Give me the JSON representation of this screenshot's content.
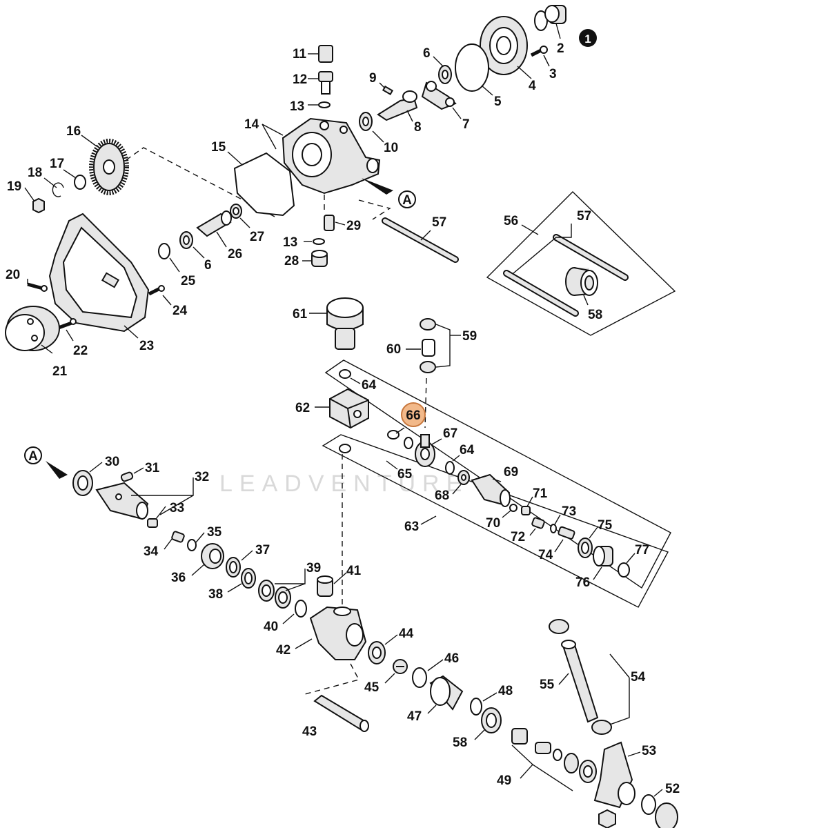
{
  "diagram": {
    "highlight_color": "#f2b98a",
    "highlight_stroke": "#c8773c",
    "ref_markers": {
      "a_top": "A",
      "a_left": "A",
      "callout": "1"
    },
    "watermark": "LEADVENTURE",
    "labels": {
      "p2": "2",
      "p3": "3",
      "p4": "4",
      "p5": "5",
      "p6a": "6",
      "p6b": "6",
      "p7": "7",
      "p8": "8",
      "p9": "9",
      "p10": "10",
      "p11": "11",
      "p12": "12",
      "p13a": "13",
      "p13b": "13",
      "p14": "14",
      "p15": "15",
      "p16": "16",
      "p17": "17",
      "p18": "18",
      "p19": "19",
      "p20": "20",
      "p21": "21",
      "p22": "22",
      "p23": "23",
      "p24": "24",
      "p25": "25",
      "p26": "26",
      "p27": "27",
      "p28": "28",
      "p29": "29",
      "p30": "30",
      "p31": "31",
      "p32": "32",
      "p33": "33",
      "p34": "34",
      "p35": "35",
      "p36": "36",
      "p37": "37",
      "p38": "38",
      "p39": "39",
      "p40": "40",
      "p41": "41",
      "p42": "42",
      "p43": "43",
      "p44": "44",
      "p45": "45",
      "p46": "46",
      "p47": "47",
      "p48": "48",
      "p49": "49",
      "p52": "52",
      "p53": "53",
      "p54": "54",
      "p55": "55",
      "p56": "56",
      "p57a": "57",
      "p57b": "57",
      "p58a": "58",
      "p58b": "58",
      "p59": "59",
      "p60": "60",
      "p61": "61",
      "p62": "62",
      "p63": "63",
      "p64a": "64",
      "p64b": "64",
      "p65": "65",
      "p66": "66",
      "p67": "67",
      "p68": "68",
      "p69": "69",
      "p70": "70",
      "p71": "71",
      "p72": "72",
      "p73": "73",
      "p74": "74",
      "p75": "75",
      "p76": "76",
      "p77": "77"
    }
  }
}
